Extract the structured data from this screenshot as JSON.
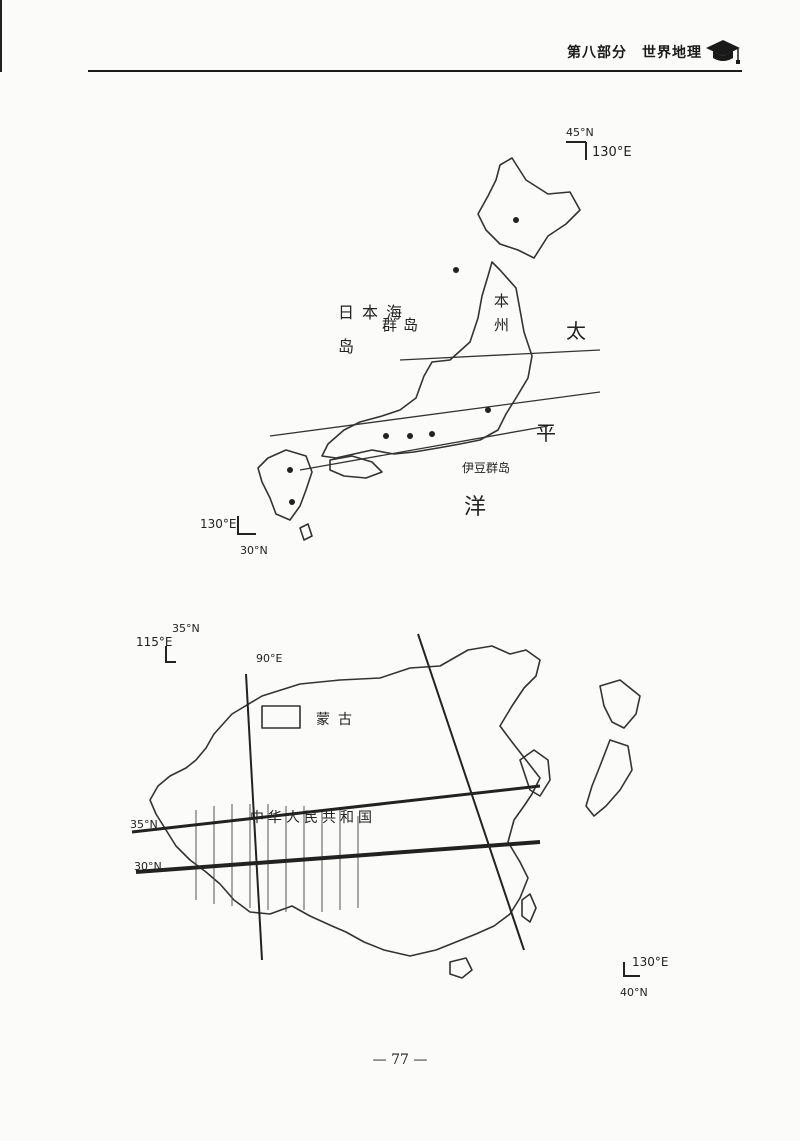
{
  "header": {
    "title": "第八部分　世界地理",
    "icon": "graduation-cap-icon"
  },
  "japan_map": {
    "coords": {
      "top_lat": "45°N",
      "top_lon": "130°E",
      "bottom_lon": "130°E",
      "bottom_lat": "30°N"
    },
    "labels": {
      "sea_of_japan": "日本海",
      "archipelago": "群岛",
      "island": "岛",
      "pacific_1": "太",
      "pacific_2": "平",
      "pacific_3": "洋",
      "honshu_1": "本",
      "honshu_2": "州",
      "izu": "伊豆群岛"
    }
  },
  "china_map": {
    "coords": {
      "top_lat": "35°N",
      "top_lon": "115°E",
      "meridian": "90°E",
      "bottom_lon": "130°E",
      "bottom_lat": "40°N",
      "lat_a": "35°N",
      "lat_b": "30°N"
    },
    "labels": {
      "mongolia": "蒙古",
      "country": "中华人民共和国"
    }
  },
  "page_number": "— 77 —"
}
